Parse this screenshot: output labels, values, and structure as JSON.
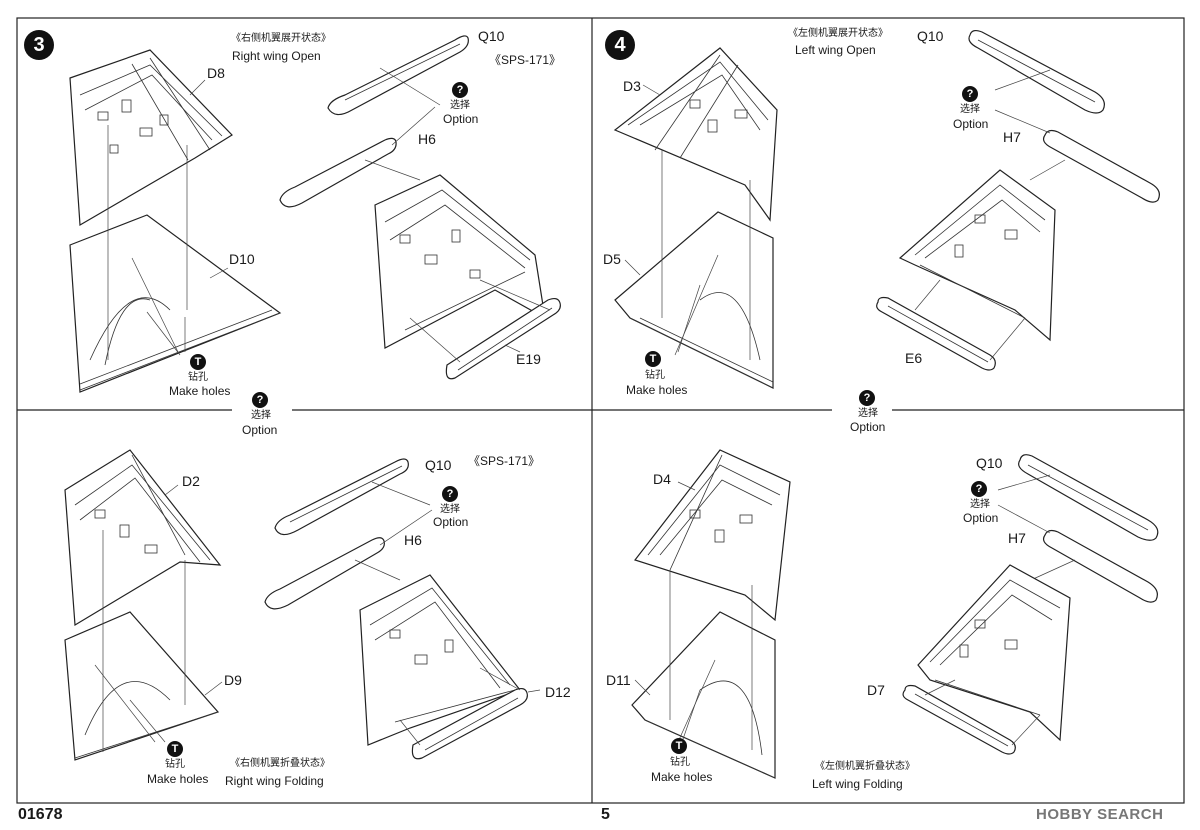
{
  "steps": [
    "3",
    "4"
  ],
  "panels": {
    "p3": {
      "cn": "《右侧机翼展开状态》",
      "en": "Right wing Open",
      "sps": "《SPS-171》",
      "q": "Q10",
      "h": "H6",
      "d_top": "D8",
      "d_bottom": "D10",
      "e": "E19",
      "opt_cn": "选择",
      "opt_en": "Option",
      "holes_cn": "钻孔",
      "holes_en": "Make holes"
    },
    "p4": {
      "cn": "《左侧机翼展开状态》",
      "en": "Left wing Open",
      "q": "Q10",
      "h": "H7",
      "d_top": "D3",
      "d_bottom": "D5",
      "e": "E6",
      "opt_cn": "选择",
      "opt_en": "Option",
      "holes_cn": "钻孔",
      "holes_en": "Make holes"
    },
    "p3f": {
      "cn": "《右侧机翼折叠状态》",
      "en": "Right wing Folding",
      "sps": "《SPS-171》",
      "q": "Q10",
      "h": "H6",
      "d_top": "D2",
      "d_bottom": "D9",
      "e": "D12",
      "opt_cn": "选择",
      "opt_en": "Option",
      "holes_cn": "钻孔",
      "holes_en": "Make holes"
    },
    "p4f": {
      "cn": "《左侧机翼折叠状态》",
      "en": "Left wing Folding",
      "q": "Q10",
      "h": "H7",
      "d_top": "D4",
      "d_bottom": "D11",
      "e": "D7",
      "opt_cn": "选择",
      "opt_en": "Option",
      "holes_cn": "钻孔",
      "holes_en": "Make holes"
    }
  },
  "between": {
    "left_opt_cn": "选择",
    "left_opt_en": "Option",
    "right_opt_cn": "选择",
    "right_opt_en": "Option"
  },
  "icons": {
    "question": "?",
    "drill": "T"
  },
  "footer": {
    "code": "01678",
    "page": "5"
  },
  "watermark": "HOBBY SEARCH"
}
